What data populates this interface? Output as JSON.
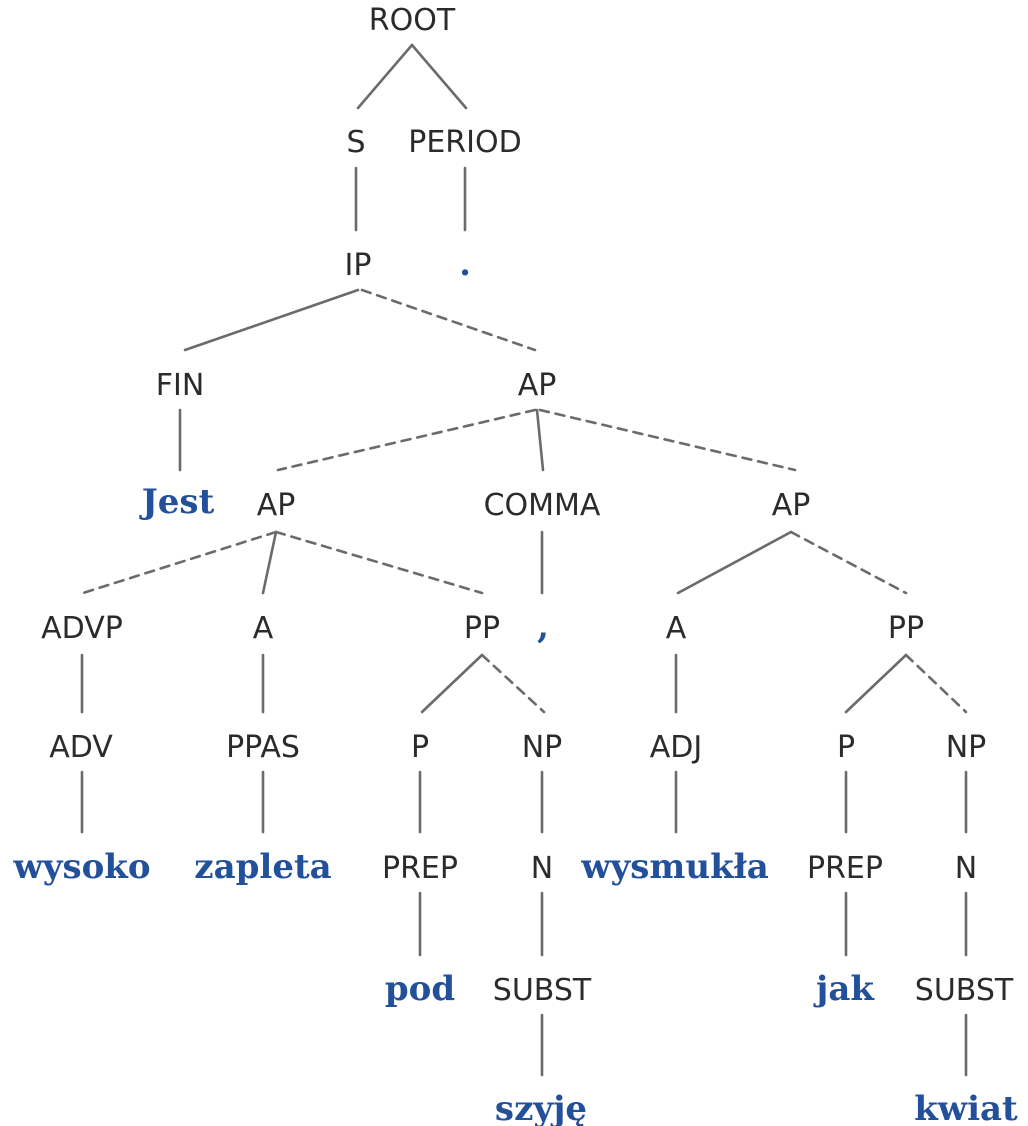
{
  "colors": {
    "text": "#2b2b2b",
    "word": "#23509a",
    "edge": "#6b6b6b",
    "background": "#ffffff"
  },
  "nodes": [
    {
      "id": "root",
      "label": "ROOT",
      "kind": "category"
    },
    {
      "id": "s",
      "label": "S",
      "kind": "category"
    },
    {
      "id": "period",
      "label": "PERIOD",
      "kind": "category"
    },
    {
      "id": "ip",
      "label": "IP",
      "kind": "category"
    },
    {
      "id": "dot",
      "label": ".",
      "kind": "word"
    },
    {
      "id": "fin",
      "label": "FIN",
      "kind": "category"
    },
    {
      "id": "ap_top",
      "label": "AP",
      "kind": "category"
    },
    {
      "id": "jest",
      "label": "Jest",
      "kind": "word"
    },
    {
      "id": "ap_left",
      "label": "AP",
      "kind": "category"
    },
    {
      "id": "comma_cat",
      "label": "COMMA",
      "kind": "category"
    },
    {
      "id": "ap_right",
      "label": "AP",
      "kind": "category"
    },
    {
      "id": "advp",
      "label": "ADVP",
      "kind": "category"
    },
    {
      "id": "a_left",
      "label": "A",
      "kind": "category"
    },
    {
      "id": "pp_left",
      "label": "PP",
      "kind": "category"
    },
    {
      "id": "comma_word",
      "label": ",",
      "kind": "word"
    },
    {
      "id": "a_right",
      "label": "A",
      "kind": "category"
    },
    {
      "id": "pp_right",
      "label": "PP",
      "kind": "category"
    },
    {
      "id": "adv",
      "label": "ADV",
      "kind": "category"
    },
    {
      "id": "ppas",
      "label": "PPAS",
      "kind": "category"
    },
    {
      "id": "p_left",
      "label": "P",
      "kind": "category"
    },
    {
      "id": "np_left",
      "label": "NP",
      "kind": "category"
    },
    {
      "id": "adj",
      "label": "ADJ",
      "kind": "category"
    },
    {
      "id": "p_right",
      "label": "P",
      "kind": "category"
    },
    {
      "id": "np_right",
      "label": "NP",
      "kind": "category"
    },
    {
      "id": "wysoko",
      "label": "wysoko",
      "kind": "word"
    },
    {
      "id": "zapleta",
      "label": "zapleta",
      "kind": "word"
    },
    {
      "id": "prep_left",
      "label": "PREP",
      "kind": "category"
    },
    {
      "id": "n_left",
      "label": "N",
      "kind": "category"
    },
    {
      "id": "wysmukla",
      "label": "wysmukła",
      "kind": "word"
    },
    {
      "id": "prep_right",
      "label": "PREP",
      "kind": "category"
    },
    {
      "id": "n_right",
      "label": "N",
      "kind": "category"
    },
    {
      "id": "pod",
      "label": "pod",
      "kind": "word"
    },
    {
      "id": "subst_left",
      "label": "SUBST",
      "kind": "category"
    },
    {
      "id": "jak",
      "label": "jak",
      "kind": "word"
    },
    {
      "id": "subst_right",
      "label": "SUBST",
      "kind": "category"
    },
    {
      "id": "szyje",
      "label": "szyję",
      "kind": "word"
    },
    {
      "id": "kwiat",
      "label": "kwiat",
      "kind": "word"
    }
  ],
  "edges": [
    {
      "from": "root",
      "to": "s",
      "style": "solid"
    },
    {
      "from": "root",
      "to": "period",
      "style": "solid"
    },
    {
      "from": "s",
      "to": "ip",
      "style": "solid"
    },
    {
      "from": "period",
      "to": "dot",
      "style": "solid"
    },
    {
      "from": "ip",
      "to": "fin",
      "style": "solid"
    },
    {
      "from": "ip",
      "to": "ap_top",
      "style": "dashed"
    },
    {
      "from": "fin",
      "to": "jest",
      "style": "solid"
    },
    {
      "from": "ap_top",
      "to": "ap_left",
      "style": "dashed"
    },
    {
      "from": "ap_top",
      "to": "comma_cat",
      "style": "solid"
    },
    {
      "from": "ap_top",
      "to": "ap_right",
      "style": "dashed"
    },
    {
      "from": "ap_left",
      "to": "advp",
      "style": "dashed"
    },
    {
      "from": "ap_left",
      "to": "a_left",
      "style": "solid"
    },
    {
      "from": "ap_left",
      "to": "pp_left",
      "style": "dashed"
    },
    {
      "from": "comma_cat",
      "to": "comma_word",
      "style": "solid"
    },
    {
      "from": "ap_right",
      "to": "a_right",
      "style": "solid"
    },
    {
      "from": "ap_right",
      "to": "pp_right",
      "style": "dashed"
    },
    {
      "from": "advp",
      "to": "adv",
      "style": "solid"
    },
    {
      "from": "a_left",
      "to": "ppas",
      "style": "solid"
    },
    {
      "from": "pp_left",
      "to": "p_left",
      "style": "solid"
    },
    {
      "from": "pp_left",
      "to": "np_left",
      "style": "dashed"
    },
    {
      "from": "a_right",
      "to": "adj",
      "style": "solid"
    },
    {
      "from": "pp_right",
      "to": "p_right",
      "style": "solid"
    },
    {
      "from": "pp_right",
      "to": "np_right",
      "style": "dashed"
    },
    {
      "from": "adv",
      "to": "wysoko",
      "style": "solid"
    },
    {
      "from": "ppas",
      "to": "zapleta",
      "style": "solid"
    },
    {
      "from": "p_left",
      "to": "prep_left",
      "style": "solid"
    },
    {
      "from": "np_left",
      "to": "n_left",
      "style": "solid"
    },
    {
      "from": "adj",
      "to": "wysmukla",
      "style": "solid"
    },
    {
      "from": "p_right",
      "to": "prep_right",
      "style": "solid"
    },
    {
      "from": "np_right",
      "to": "n_right",
      "style": "solid"
    },
    {
      "from": "prep_left",
      "to": "pod",
      "style": "solid"
    },
    {
      "from": "n_left",
      "to": "subst_left",
      "style": "solid"
    },
    {
      "from": "prep_right",
      "to": "jak",
      "style": "solid"
    },
    {
      "from": "n_right",
      "to": "subst_right",
      "style": "solid"
    },
    {
      "from": "subst_left",
      "to": "szyje",
      "style": "solid"
    },
    {
      "from": "subst_right",
      "to": "kwiat",
      "style": "solid"
    }
  ]
}
